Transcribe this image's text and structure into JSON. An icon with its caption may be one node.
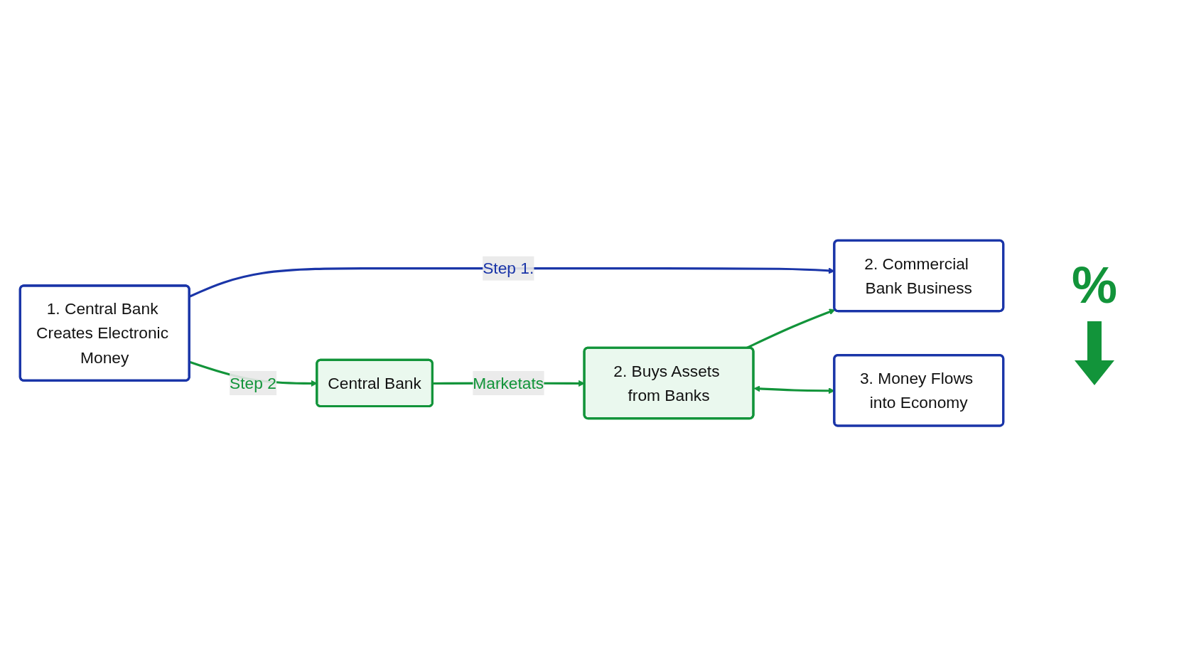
{
  "diagram": {
    "nodes": [
      {
        "text": [
          "1. Central Bank Creates Electronic Money"
        ]
      },
      {
        "text": [
          "Central Bank"
        ]
      },
      {
        "text": [
          "2. Buys Assets from Banks"
        ]
      },
      {
        "text": [
          "2. Commercial Bank Business"
        ]
      },
      {
        "text": [
          "3. Money Flows into Economy"
        ]
      }
    ],
    "edges": [
      {
        "from": 0,
        "to": 1,
        "label": "Step 2",
        "arrow": "to"
      },
      {
        "from": 1,
        "to": 2,
        "label": "Marketats",
        "arrow": "to"
      },
      {
        "from": 2,
        "to": 3,
        "arrow": "to"
      },
      {
        "from": 2,
        "to": 4,
        "arrow": "both"
      },
      {
        "from": 0,
        "to": 3,
        "label": "Step 1.",
        "arrow": "to",
        "color": "#1a35a8"
      }
    ],
    "labels": [
      "%"
    ]
  }
}
